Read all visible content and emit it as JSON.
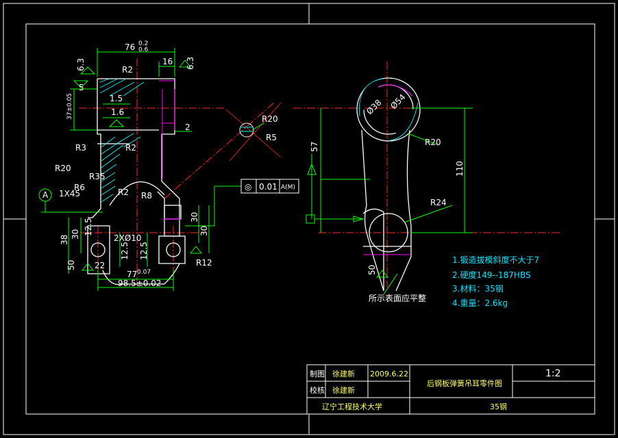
{
  "colors": {
    "background": "#000000",
    "border": "#ffffff",
    "part_outline": "#ffffff",
    "dimension": "#00ff00",
    "centerline": "#ff2a2a",
    "hatch": "#00ffff",
    "hidden": "#ff00ff",
    "notes": "#00e6ff",
    "titleblock_text": "#ffff66"
  },
  "view1": {
    "dims": {
      "top_len": "76",
      "top_tol_up": "0.2",
      "top_tol_dn": "0.6",
      "r2_top": "R2",
      "d16": "16",
      "rough1": "6.3",
      "rough2": "6.3",
      "d5": "5",
      "d3_tol": "37±0.05",
      "d1_5": "1.5",
      "d1_6": "1.6",
      "d2": "2",
      "r3": "R3",
      "r2_mid": "R2",
      "r20": "R20",
      "r35": "R35",
      "r6": "R6",
      "r2_low": "R2",
      "r8": "R8",
      "chamfer": "1X45",
      "datum_a": "A",
      "d12_5a": "12.5",
      "d30": "30",
      "d38": "38",
      "hole2": "2XØ10",
      "d12_5b": "12.5",
      "d12_5c": "12.5",
      "d30r": "30",
      "d30r2": "30",
      "d50": "50",
      "d22": "22",
      "d77": "77",
      "d77_tol": "0.07",
      "d98": "98.5±0.02",
      "r12": "R12"
    },
    "gdt": {
      "symbol": "◎",
      "tolerance": "0.01",
      "datum": "A(M)"
    },
    "detail": {
      "r20": "R20",
      "r5": "R5"
    }
  },
  "view2": {
    "dims": {
      "r38": "Ø38",
      "r54": "Ø54",
      "r20": "R20",
      "d57": "57",
      "d110": "110",
      "r24": "R24",
      "d50": "50",
      "note_surface": "所示表面应平整"
    }
  },
  "notes": [
    "1.锻造拔模斜度不大于7",
    "2.硬度149--187HBS",
    "3.材料：35钢",
    "4.重量：2.6kg"
  ],
  "title_block": {
    "drawn_label": "制图",
    "drawn_name": "徐建新",
    "date": "2009.6.22",
    "check_label": "校核",
    "check_name": "徐建新",
    "title": "后钢板弹簧吊耳零件图",
    "scale": "1:2",
    "school": "辽宁工程技术大学",
    "material": "35钢"
  }
}
